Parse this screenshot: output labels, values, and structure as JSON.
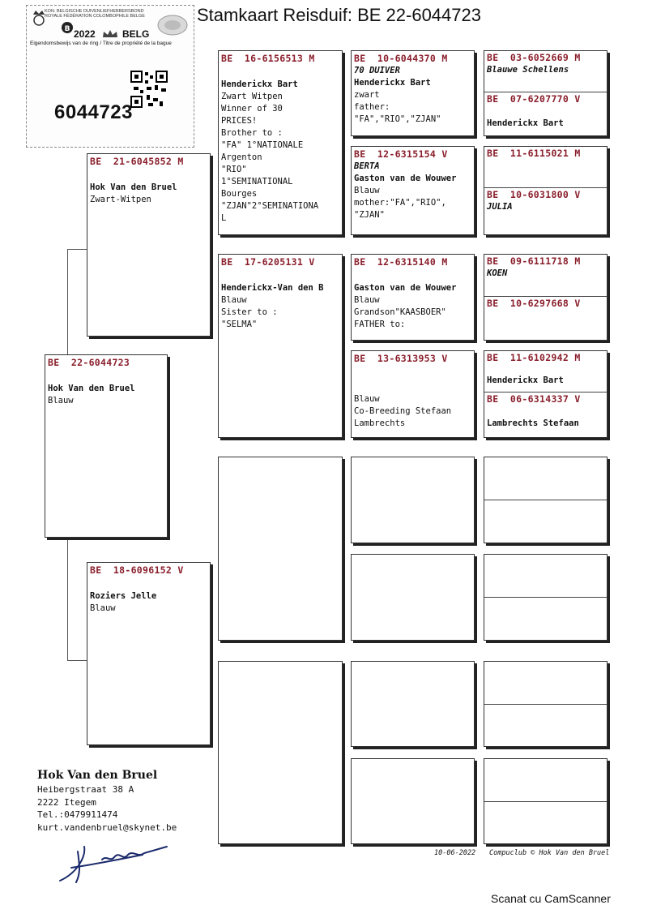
{
  "header": {
    "title": "Stamkaart Reisduif: BE  22-6044723"
  },
  "ring_card": {
    "federation_line1": "KON. BELGISCHE DUIVENLIEFHEBBERSBOND",
    "federation_line2": "ROYALE FÉDÉRATION COLOMBOPHILE BELGE",
    "year": "2022",
    "country": "BELG",
    "property_text": "Eigendomsbewijs van de ring / Titre de propriété de la bague",
    "ring_number": "6044723"
  },
  "pigeon": {
    "ring": "BE  22-6044723",
    "line1": "Hok Van den Bruel",
    "line2": "Blauw"
  },
  "father": {
    "ring": "BE  21-6045852 M",
    "line1": "Hok Van den Bruel",
    "line2": "Zwart-Witpen"
  },
  "mother": {
    "ring": "BE  18-6096152 V",
    "line1": "Roziers Jelle",
    "line2": "Blauw"
  },
  "ff": {
    "ring": "BE  16-6156513 M",
    "name": "Henderickx Bart",
    "lines": [
      "Zwart Witpen",
      "Winner of 30",
      "PRICES!",
      "Brother to :",
      "\"FA\" 1°NATIONALE",
      "Argenton",
      "\"RIO\"",
      "1°SEMINATIONAL",
      "Bourges",
      "\"ZJAN\"2°SEMINATIONA",
      "L"
    ]
  },
  "fm": {
    "ring": "BE  17-6205131 V",
    "name": "Henderickx-Van den B",
    "lines": [
      "Blauw",
      "Sister to :",
      "\"SELMA\""
    ]
  },
  "fff": {
    "ring": "BE  10-6044370 M",
    "alias": "70 DUIVER",
    "name": "Henderickx Bart",
    "lines": [
      "zwart",
      "father:",
      "\"FA\",\"RIO\",\"ZJAN\""
    ]
  },
  "ffm": {
    "ring": "BE  12-6315154 V",
    "alias": "BERTA",
    "name": "Gaston van de Wouwer",
    "lines": [
      "Blauw",
      "mother:\"FA\",\"RIO\",",
      "\"ZJAN\""
    ]
  },
  "fmf": {
    "ring": "BE  12-6315140 M",
    "name": "Gaston van de Wouwer",
    "lines": [
      "Blauw",
      "Grandson\"KAASBOER\"",
      "FATHER to:"
    ]
  },
  "fmm": {
    "ring": "BE  13-6313953 V",
    "lines": [
      "Blauw",
      "Co-Breeding Stefaan",
      "Lambrechts"
    ]
  },
  "g1": {
    "ring_a": "BE  03-6052669 M",
    "text_a": "Blauwe Schellens",
    "ring_b": "BE  07-6207770 V",
    "text_b": "Henderickx Bart"
  },
  "g2": {
    "ring_a": "BE  11-6115021 M",
    "text_a": "",
    "ring_b": "BE  10-6031800 V",
    "text_b": "JULIA"
  },
  "g3": {
    "ring_a": "BE  09-6111718 M",
    "text_a": "KOEN",
    "ring_b": "BE  10-6297668 V",
    "text_b": ""
  },
  "g4": {
    "ring_a": "BE  11-6102942 M",
    "text_a": "Henderickx Bart",
    "ring_b": "BE  06-6314337 V",
    "text_b": "Lambrechts Stefaan"
  },
  "owner": {
    "name": "Hok Van den Bruel",
    "street": "Heibergstraat 38 A",
    "city": "2222  Itegem",
    "phone": "Tel.:0479911474",
    "email": "kurt.vandenbruel@skynet.be"
  },
  "footer": {
    "date": "10-06-2022",
    "credit": "Compuclub © Hok Van den Bruel"
  },
  "scanner": {
    "label": "Scanat cu CamScanner"
  }
}
